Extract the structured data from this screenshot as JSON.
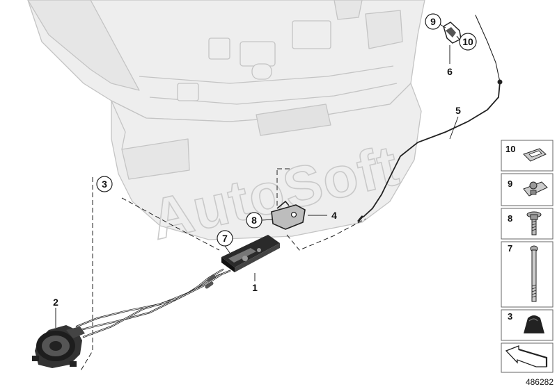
{
  "watermark": "AutoSoft",
  "diagram_id": "486282",
  "callouts": {
    "c1": "1",
    "c2": "2",
    "c3": "3",
    "c4": "4",
    "c5": "5",
    "c6": "6",
    "c7": "7",
    "c8": "8",
    "c9": "9",
    "c10": "10"
  },
  "legend": [
    {
      "number": "10",
      "icon": "clip-icon"
    },
    {
      "number": "9",
      "icon": "expanding-nut-icon"
    },
    {
      "number": "8",
      "icon": "bolt-icon"
    },
    {
      "number": "7",
      "icon": "long-screw-icon"
    },
    {
      "number": "3",
      "icon": "cap-nut-icon"
    },
    {
      "number": "",
      "icon": "arrow-icon"
    }
  ]
}
